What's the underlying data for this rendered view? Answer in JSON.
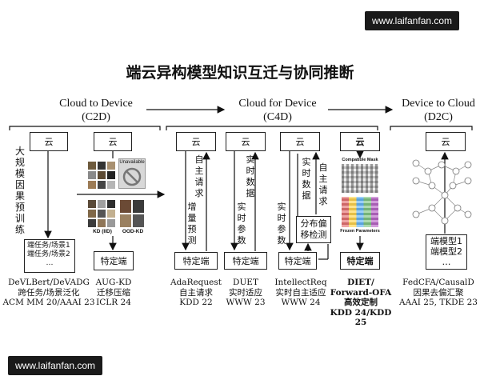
{
  "watermark_top": "www.laifanfan.com",
  "watermark_bottom": "www.laifanfan.com",
  "title": "端云异构模型知识互迁与协同推断",
  "sections": {
    "c2d": {
      "name": "Cloud to Device",
      "abbr": "(C2D)"
    },
    "c4d": {
      "name": "Cloud for Device",
      "abbr": "(C4D)"
    },
    "d2c": {
      "name": "Device to Cloud",
      "abbr": "(D2C)"
    }
  },
  "cloud_label": "云",
  "device_label": "特定端",
  "c2d": {
    "pretrain_label": "大规模因果预训练",
    "task1": "端任务/场景1",
    "task2": "端任务/场景2",
    "ellipsis": "…",
    "unavailable": "Unavailable",
    "kd_iid": "KD (IID)",
    "ood_kd": "OOD-KD",
    "caption_left": [
      "DeVLBert/DeVADG",
      "跨任务/场景泛化",
      "ACM MM 20/AAAI 23"
    ],
    "caption_right": [
      "AUG-KD",
      "迁移压缩",
      "ICLR 24"
    ]
  },
  "c4d": {
    "ada_up": "自主请求",
    "ada_down": "增量预测",
    "duet_up": "实时数据",
    "duet_down": "实时参数",
    "intel_up_left": "实时数据",
    "intel_up_right": "自主请求",
    "intel_down": "实时参数",
    "shift_detect": "分布偏移检测",
    "mask_label": "Compatible Mask",
    "frozen_label": "Frozen Parameters",
    "cap_ada": [
      "AdaRequest",
      "自主请求",
      "KDD 22"
    ],
    "cap_duet": [
      "DUET",
      "实时适应",
      "WWW 23"
    ],
    "cap_intel": [
      "IntellectReq",
      "实时自主适应",
      "WWW 24"
    ],
    "cap_diet": [
      "DIET/",
      "Forward-OFA",
      "高效定制",
      "KDD 24/KDD 25"
    ]
  },
  "d2c": {
    "device_model1": "端模型1",
    "device_model2": "端模型2",
    "ellipsis": "…",
    "caption": [
      "FedCFA/CausalD",
      "因果去偏汇聚",
      "AAAI 25, TKDE 23"
    ]
  }
}
